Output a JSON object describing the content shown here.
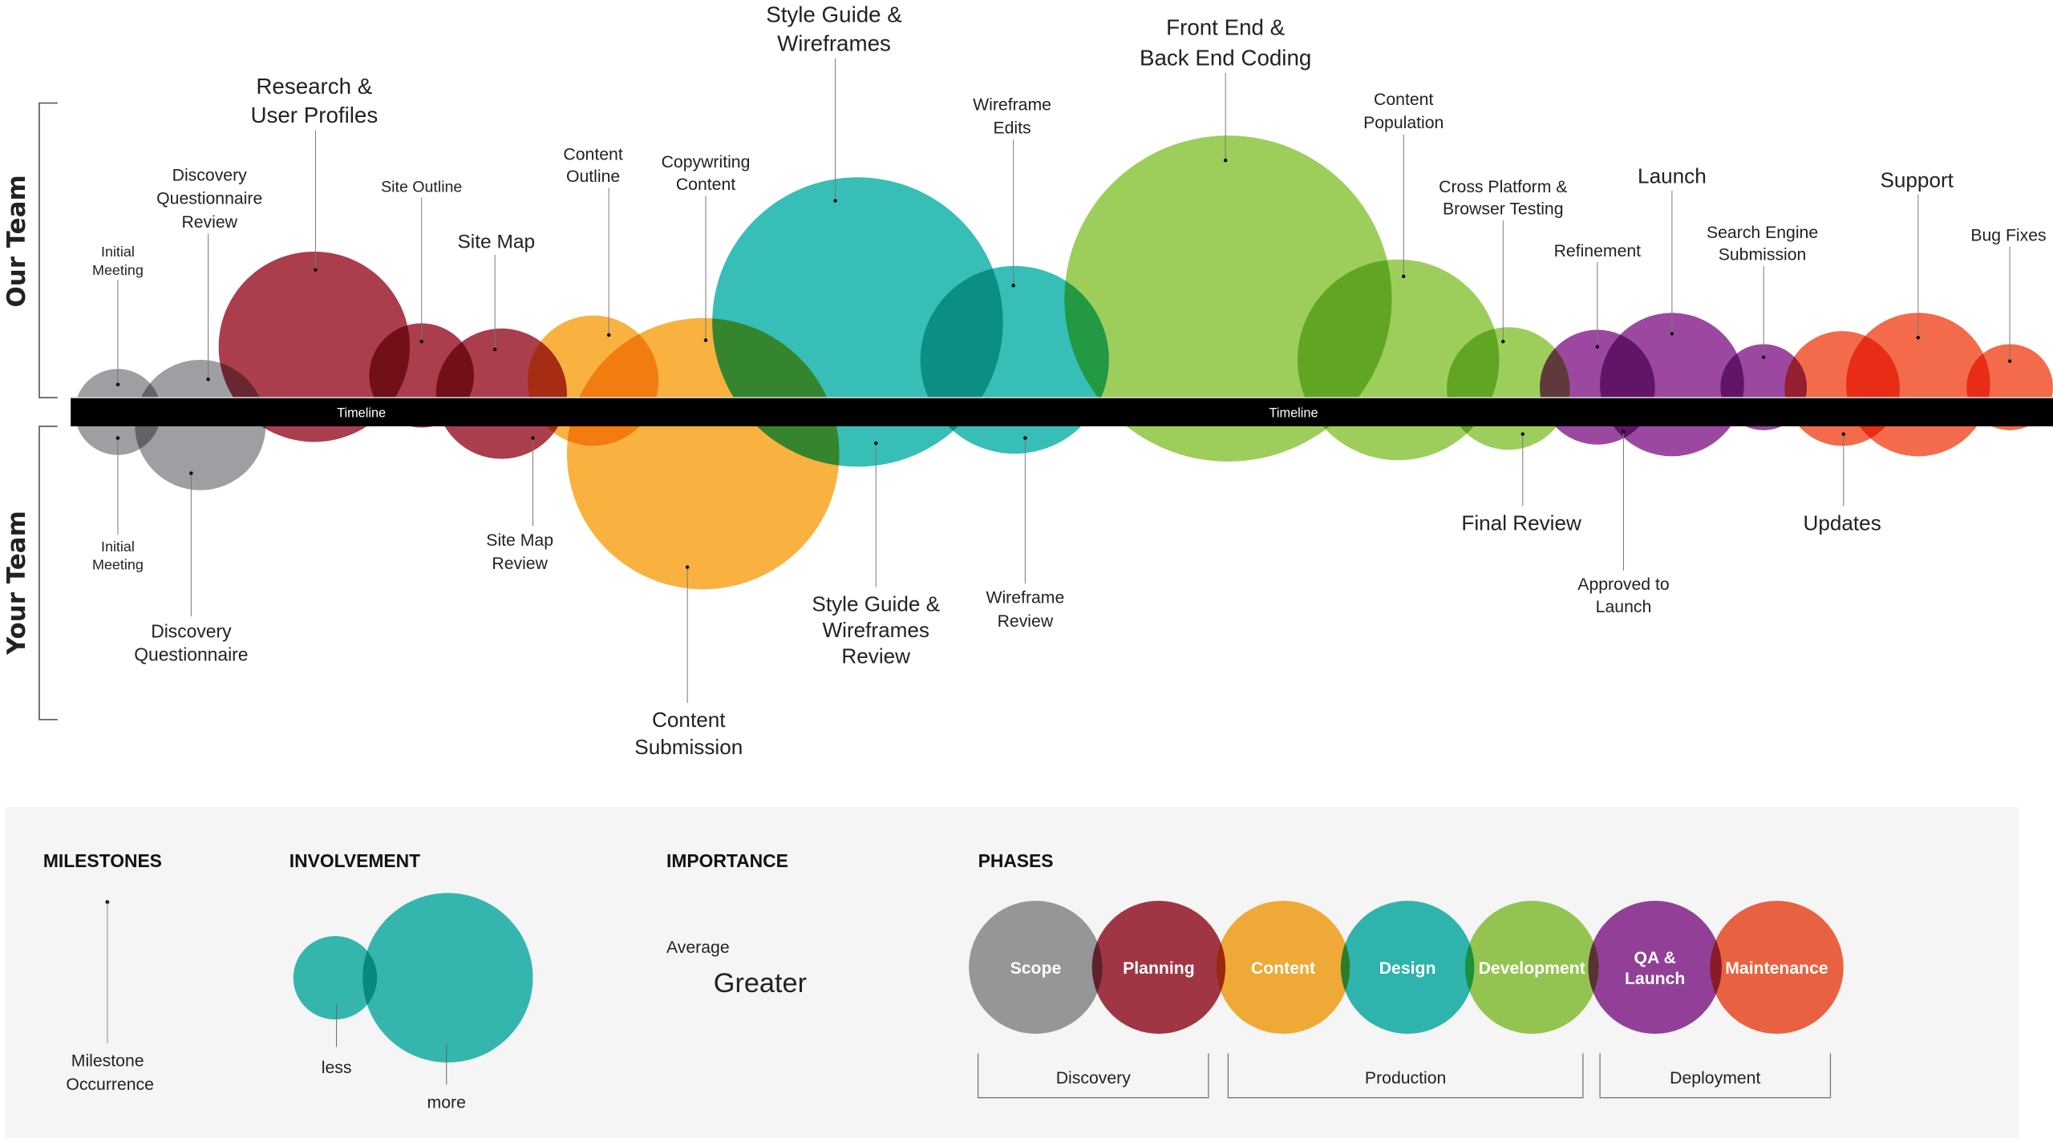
{
  "side_labels": {
    "our_team": "Our Team",
    "your_team": "Your Team"
  },
  "timeline": {
    "label_left": "Timeline",
    "label_right": "Timeline"
  },
  "phase_colors": {
    "Scope": "#8d8e92",
    "Planning": "#9b1c2e",
    "Content": "#f8a51e",
    "Design": "#13b3aa",
    "Development": "#8cc53f",
    "QA & Launch": "#8b2891",
    "Maintenance": "#f1512a"
  },
  "milestones": [
    {
      "team": "our",
      "lines": [
        "Initial",
        "Meeting"
      ]
    },
    {
      "team": "our",
      "lines": [
        "Discovery",
        "Questionnaire",
        "Review"
      ]
    },
    {
      "team": "our",
      "lines": [
        "Research &",
        "User Profiles"
      ]
    },
    {
      "team": "our",
      "lines": [
        "Site Outline"
      ]
    },
    {
      "team": "our",
      "lines": [
        "Site Map"
      ]
    },
    {
      "team": "our",
      "lines": [
        "Content",
        "Outline"
      ]
    },
    {
      "team": "our",
      "lines": [
        "Copywriting",
        "Content"
      ]
    },
    {
      "team": "our",
      "lines": [
        "Style Guide &",
        "Wireframes"
      ]
    },
    {
      "team": "our",
      "lines": [
        "Wireframe",
        "Edits"
      ]
    },
    {
      "team": "our",
      "lines": [
        "Front End &",
        "Back End Coding"
      ]
    },
    {
      "team": "our",
      "lines": [
        "Content",
        "Population"
      ]
    },
    {
      "team": "our",
      "lines": [
        "Cross Platform &",
        "Browser Testing"
      ]
    },
    {
      "team": "our",
      "lines": [
        "Refinement"
      ]
    },
    {
      "team": "our",
      "lines": [
        "Launch"
      ]
    },
    {
      "team": "our",
      "lines": [
        "Search Engine",
        "Submission"
      ]
    },
    {
      "team": "our",
      "lines": [
        "Support"
      ]
    },
    {
      "team": "our",
      "lines": [
        "Bug Fixes"
      ]
    },
    {
      "team": "your",
      "lines": [
        "Initial",
        "Meeting"
      ]
    },
    {
      "team": "your",
      "lines": [
        "Discovery",
        "Questionnaire"
      ]
    },
    {
      "team": "your",
      "lines": [
        "Site Map",
        "Review"
      ]
    },
    {
      "team": "your",
      "lines": [
        "Content",
        "Submission"
      ]
    },
    {
      "team": "your",
      "lines": [
        "Style Guide &",
        "Wireframes",
        "Review"
      ]
    },
    {
      "team": "your",
      "lines": [
        "Wireframe",
        "Review"
      ]
    },
    {
      "team": "your",
      "lines": [
        "Final Review"
      ]
    },
    {
      "team": "your",
      "lines": [
        "Approved to",
        "Launch"
      ]
    },
    {
      "team": "your",
      "lines": [
        "Updates"
      ]
    }
  ],
  "bubble_phases": [
    "Scope",
    "Scope",
    "Planning",
    "Planning",
    "Planning",
    "Content",
    "Content",
    "Design",
    "Design",
    "Development",
    "Development",
    "Development",
    "QA & Launch",
    "QA & Launch",
    "QA & Launch",
    "Maintenance",
    "Maintenance",
    "Maintenance"
  ],
  "legend": {
    "milestones": {
      "title": "MILESTONES",
      "lines": [
        "Milestone",
        "Occurrence"
      ]
    },
    "involvement": {
      "title": "INVOLVEMENT",
      "less": "less",
      "more": "more"
    },
    "importance": {
      "title": "IMPORTANCE",
      "average": "Average",
      "greater": "Greater"
    },
    "phases": {
      "title": "PHASES",
      "items": [
        [
          "Scope"
        ],
        [
          "Planning"
        ],
        [
          "Content"
        ],
        [
          "Design"
        ],
        [
          "Development"
        ],
        [
          "QA &",
          "Launch"
        ],
        [
          "Maintenance"
        ]
      ],
      "groups": [
        "Discovery",
        "Production",
        "Deployment"
      ]
    }
  }
}
